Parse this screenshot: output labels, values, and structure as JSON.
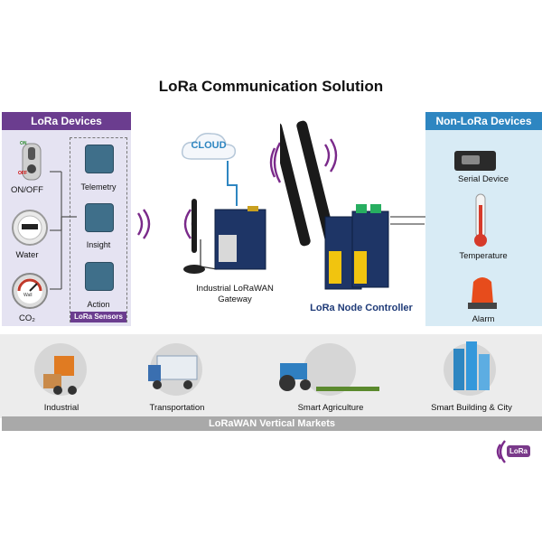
{
  "title": "LoRa Communication Solution",
  "left_panel": {
    "header": "LoRa Devices",
    "devices": [
      {
        "label": "ON/OFF",
        "icon": "switch-icon"
      },
      {
        "label": "Water",
        "icon": "water-meter-icon"
      },
      {
        "label": "CO₂",
        "icon": "co2-gauge-icon"
      }
    ],
    "switch_on": "ON",
    "switch_off": "OFF",
    "gauge_text": "Wall",
    "sensors": [
      {
        "label": "Telemetry",
        "icon": "telemetry-chip-icon"
      },
      {
        "label": "Insight",
        "icon": "insight-chip-icon"
      },
      {
        "label": "Action",
        "icon": "action-chip-icon"
      }
    ],
    "sensors_label": "LoRa Sensors"
  },
  "cloud_label": "CLOUD",
  "gateway": {
    "line1": "Industrial LoRaWAN",
    "line2": "Gateway"
  },
  "controller_label": "LoRa Node Controller",
  "right_panel": {
    "header": "Non-LoRa Devices",
    "devices": [
      {
        "label": "Serial Device",
        "icon": "serial-device-icon"
      },
      {
        "label": "Temperature",
        "icon": "thermometer-icon"
      },
      {
        "label": "Alarm",
        "icon": "alarm-beacon-icon"
      }
    ]
  },
  "markets": {
    "items": [
      {
        "label": "Industrial",
        "icon": "forklift-icon"
      },
      {
        "label": "Transportation",
        "icon": "truck-icon"
      },
      {
        "label": "Smart Agriculture",
        "icon": "tractor-icon"
      },
      {
        "label": "Smart Building & City",
        "icon": "buildings-icon"
      }
    ],
    "bar_label": "LoRaWAN Vertical Markets"
  },
  "badge": "LoRa",
  "colors": {
    "purple": "#6b3d8f",
    "blue": "#2e86c1",
    "navy": "#1f3b78",
    "signal": "#7a2a8a"
  }
}
